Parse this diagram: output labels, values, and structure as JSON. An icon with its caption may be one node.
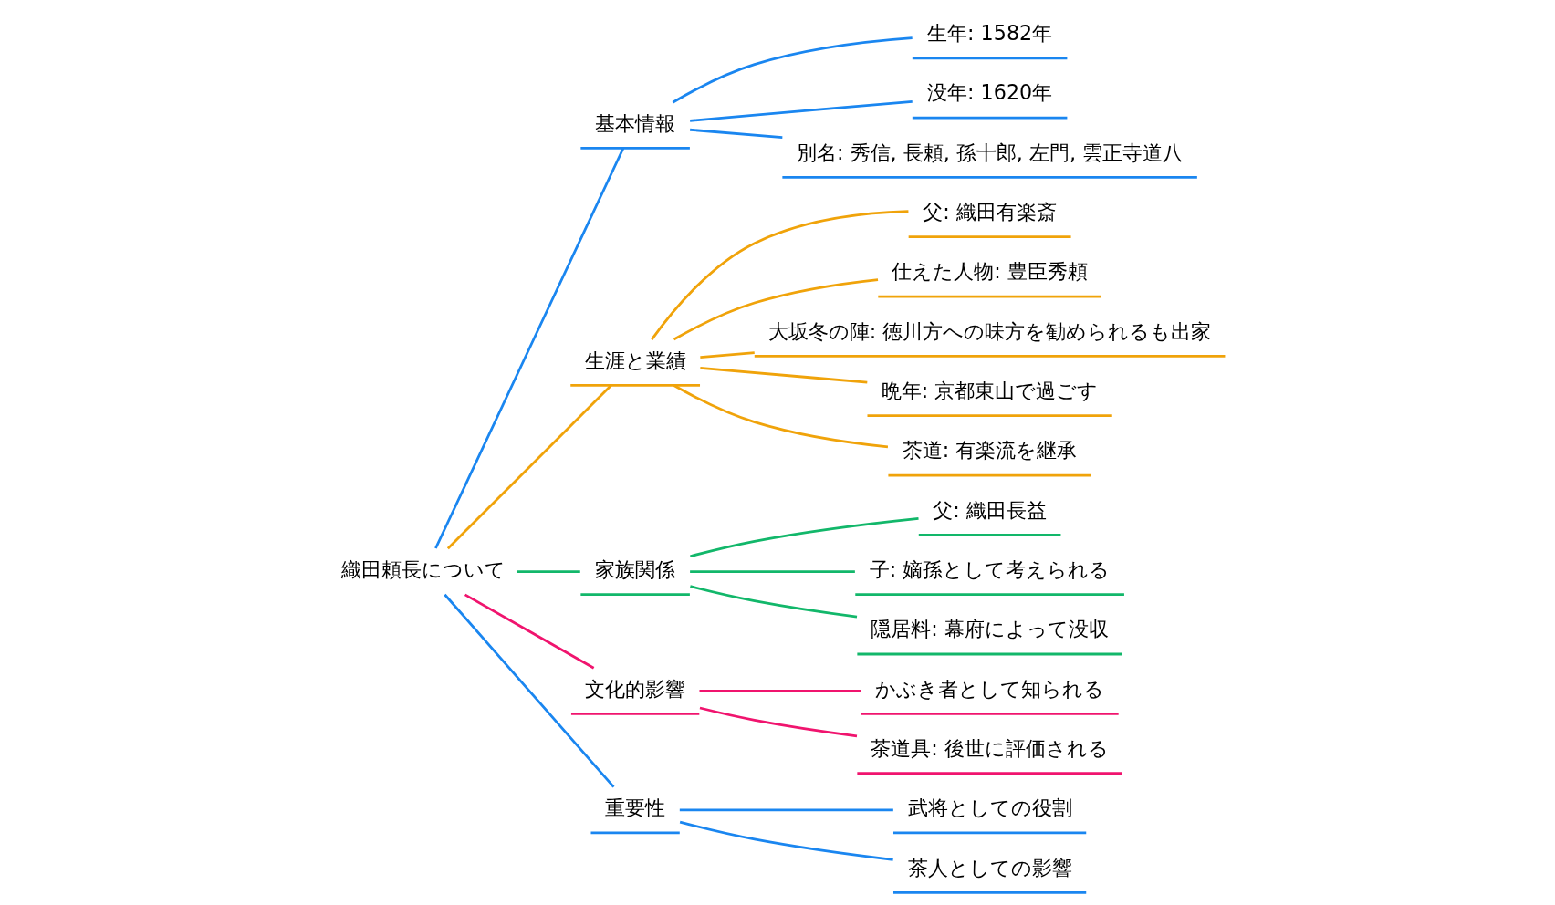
{
  "diagram": {
    "nodes": [
      {
        "text": [
          "織田頼長について"
        ]
      },
      {
        "text": [
          "基本情報"
        ]
      },
      {
        "text": [
          "生年: 1582年"
        ]
      },
      {
        "text": [
          "没年: 1620年"
        ]
      },
      {
        "text": [
          "別名: 秀信, 長頼, 孫十郎, 左門, 雲正寺道八"
        ]
      },
      {
        "text": [
          "生涯と業績"
        ]
      },
      {
        "text": [
          "父: 織田有楽斎"
        ]
      },
      {
        "text": [
          "仕えた人物: 豊臣秀頼"
        ]
      },
      {
        "text": [
          "大坂冬の陣: 徳川方への味方を勧められるも出家"
        ]
      },
      {
        "text": [
          "晩年: 京都東山で過ごす"
        ]
      },
      {
        "text": [
          "茶道: 有楽流を継承"
        ]
      },
      {
        "text": [
          "家族関係"
        ]
      },
      {
        "text": [
          "父: 織田長益"
        ]
      },
      {
        "text": [
          "子: 嫡孫として考えられる"
        ]
      },
      {
        "text": [
          "隠居料: 幕府によって没収"
        ]
      },
      {
        "text": [
          "文化的影響"
        ]
      },
      {
        "text": [
          "かぶき者として知られる"
        ]
      },
      {
        "text": [
          "茶道具: 後世に評価される"
        ]
      },
      {
        "text": [
          "重要性"
        ]
      },
      {
        "text": [
          "武将としての役割"
        ]
      },
      {
        "text": [
          "茶人としての影響"
        ]
      }
    ],
    "edges": [
      {
        "from": 0,
        "to": 1,
        "arrow": "none",
        "color": "#1a86f0"
      },
      {
        "from": 1,
        "to": 2,
        "arrow": "none",
        "color": "#1a86f0"
      },
      {
        "from": 1,
        "to": 3,
        "arrow": "none",
        "color": "#1a86f0"
      },
      {
        "from": 1,
        "to": 4,
        "arrow": "none",
        "color": "#1a86f0"
      },
      {
        "from": 0,
        "to": 5,
        "arrow": "none",
        "color": "#f0a30a"
      },
      {
        "from": 5,
        "to": 6,
        "arrow": "none",
        "color": "#f0a30a"
      },
      {
        "from": 5,
        "to": 7,
        "arrow": "none",
        "color": "#f0a30a"
      },
      {
        "from": 5,
        "to": 8,
        "arrow": "none",
        "color": "#f0a30a"
      },
      {
        "from": 5,
        "to": 9,
        "arrow": "none",
        "color": "#f0a30a"
      },
      {
        "from": 5,
        "to": 10,
        "arrow": "none",
        "color": "#f0a30a"
      },
      {
        "from": 0,
        "to": 11,
        "arrow": "none",
        "color": "#12b76a"
      },
      {
        "from": 11,
        "to": 12,
        "arrow": "none",
        "color": "#12b76a"
      },
      {
        "from": 11,
        "to": 13,
        "arrow": "none",
        "color": "#12b76a"
      },
      {
        "from": 11,
        "to": 14,
        "arrow": "none",
        "color": "#12b76a"
      },
      {
        "from": 0,
        "to": 15,
        "arrow": "none",
        "color": "#f0146e"
      },
      {
        "from": 15,
        "to": 16,
        "arrow": "none",
        "color": "#f0146e"
      },
      {
        "from": 15,
        "to": 17,
        "arrow": "none",
        "color": "#f0146e"
      },
      {
        "from": 0,
        "to": 18,
        "arrow": "none",
        "color": "#1a86f0"
      },
      {
        "from": 18,
        "to": 19,
        "arrow": "none",
        "color": "#1a86f0"
      },
      {
        "from": 18,
        "to": 20,
        "arrow": "none",
        "color": "#1a86f0"
      }
    ]
  }
}
